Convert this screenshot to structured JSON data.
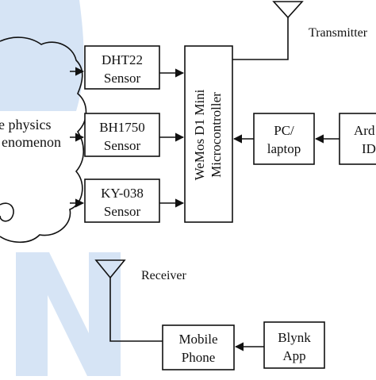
{
  "phenomenon": {
    "line1": "e physics",
    "line2": "enomenon"
  },
  "sensors": [
    {
      "line1": "DHT22",
      "line2": "Sensor"
    },
    {
      "line1": "BH1750",
      "line2": "Sensor"
    },
    {
      "line1": "KY-038",
      "line2": "Sensor"
    }
  ],
  "microcontroller": {
    "line1": "WeMos D1 Mini",
    "line2": "Microcontroller"
  },
  "pc": {
    "line1": "PC/",
    "line2": "laptop"
  },
  "ide": {
    "line1": "Ard",
    "line2": "ID"
  },
  "transmitter": {
    "label": "Transmitter"
  },
  "receiver": {
    "label": "Receiver"
  },
  "mobile": {
    "line1": "Mobile",
    "line2": "Phone"
  },
  "blynk": {
    "line1": "Blynk",
    "line2": "App"
  },
  "watermark": {
    "color": "#d6e4f5"
  },
  "colors": {
    "line": "#111111",
    "background": "#ffffff"
  }
}
